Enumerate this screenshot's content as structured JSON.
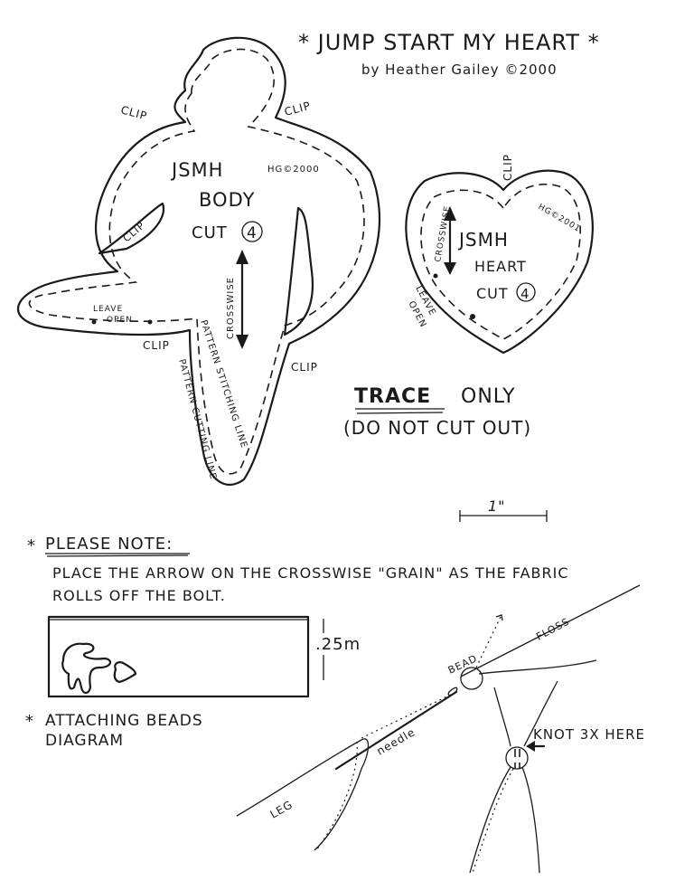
{
  "header": {
    "title": "* JUMP START MY HEART *",
    "byline": "by Heather Gailey ©2000"
  },
  "body_piece": {
    "name": "JSMH",
    "piece": "BODY",
    "cut_label": "CUT",
    "cut_count": "4",
    "signature": "HG©2000",
    "grain_label": "CROSSWISE",
    "clip_labels": [
      "CLIP",
      "CLIP",
      "CLIP",
      "CLIP",
      "CLIP"
    ],
    "leave_open": "LEAVE",
    "leave_open_2": "OPEN",
    "stitching_line": "PATTERN STITCHING LINE",
    "cutting_line": "PATTERN CUTTING LINE"
  },
  "heart_piece": {
    "name": "JSMH",
    "piece": "HEART",
    "cut_label": "CUT",
    "cut_count": "4",
    "signature": "HG©2001",
    "grain_label": "CROSSWISE",
    "clip_label": "CLIP",
    "leave_open": "LEAVE",
    "leave_open_2": "OPEN"
  },
  "trace_note": {
    "line1_emph": "TRACE",
    "line1_rest": "ONLY",
    "line2": "(DO NOT CUT OUT)"
  },
  "scale": {
    "label": "1\""
  },
  "please_note": {
    "heading": "PLEASE NOTE:",
    "line1": "PLACE THE ARROW ON THE CROSSWISE \"GRAIN\" AS THE FABRIC",
    "line2": "ROLLS OFF THE BOLT."
  },
  "fabric_diagram": {
    "measure": ".25m"
  },
  "beads": {
    "heading_1": "ATTACHING BEADS",
    "heading_2": "DIAGRAM",
    "labels": {
      "bead": "BEAD",
      "floss": "FLOSS",
      "needle": "needle",
      "leg": "LEG",
      "knot": "KNOT 3X HERE"
    }
  }
}
